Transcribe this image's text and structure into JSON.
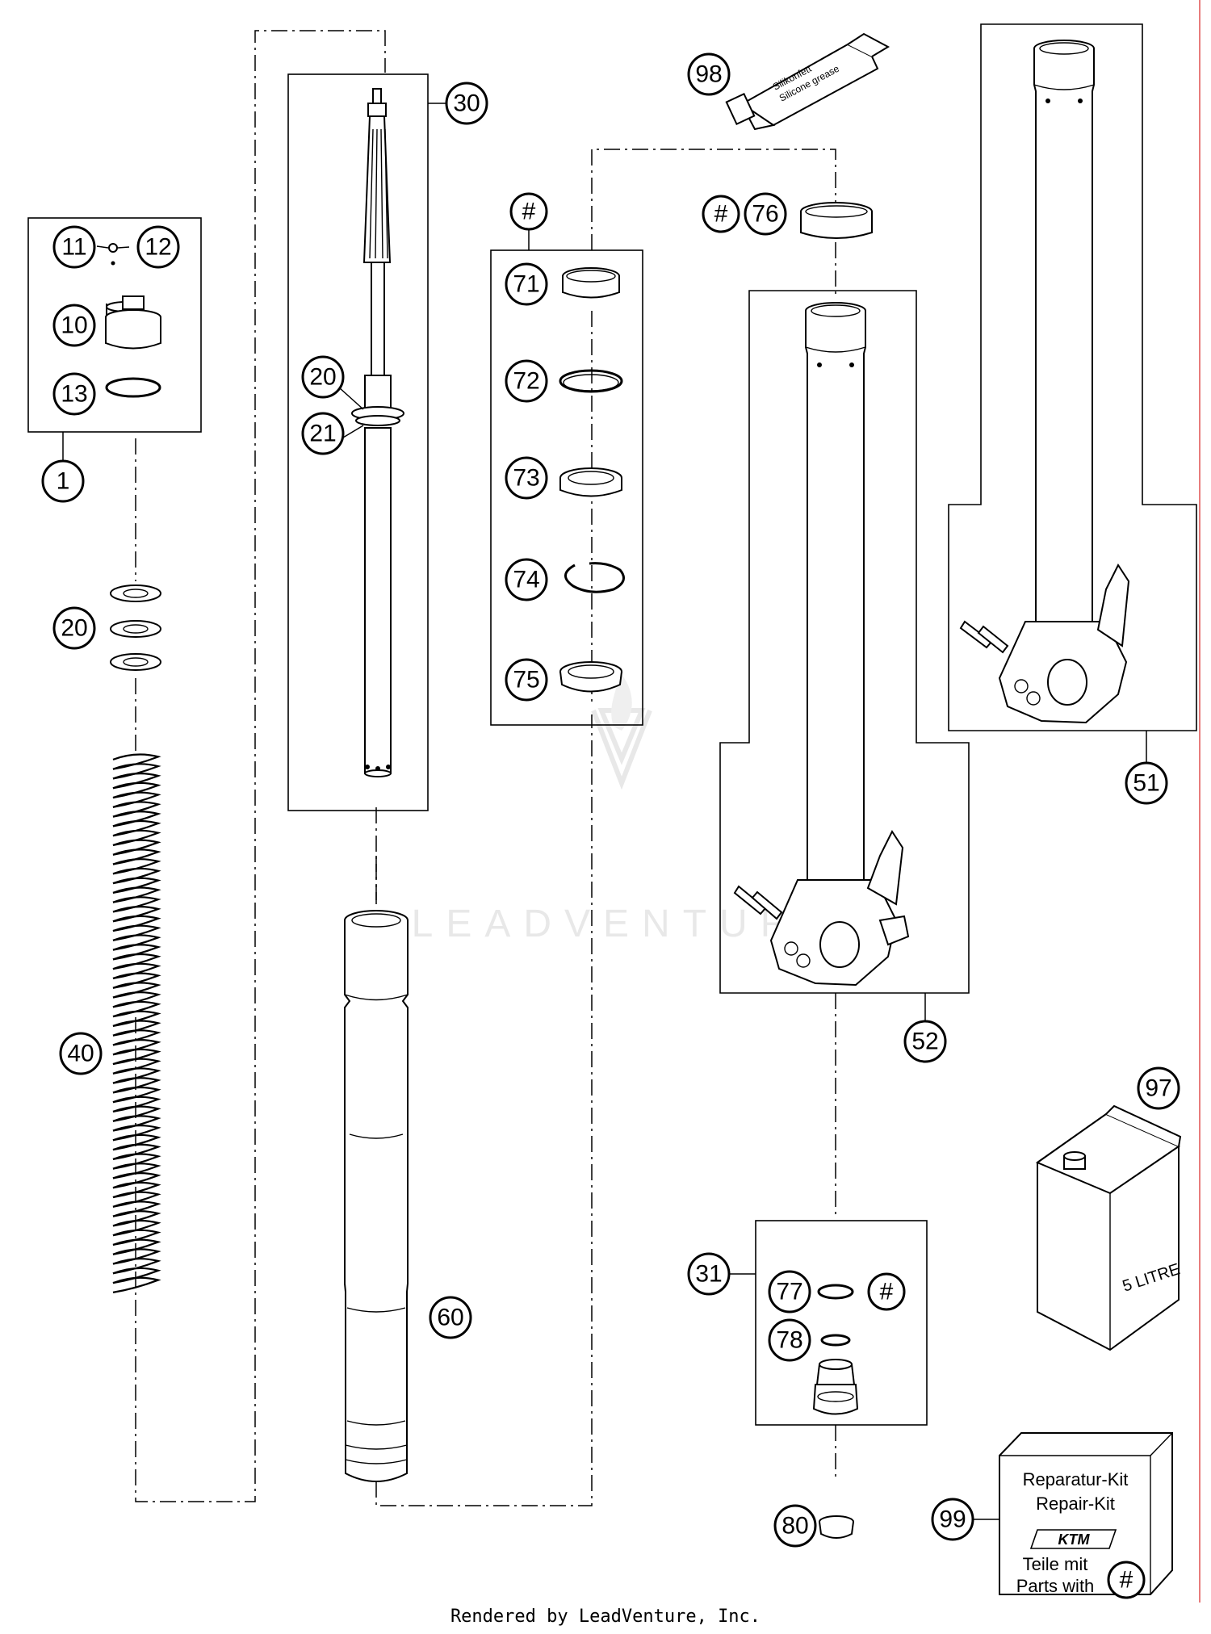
{
  "callouts": {
    "c1": "1",
    "c10": "10",
    "c11": "11",
    "c12": "12",
    "c13": "13",
    "c20a": "20",
    "c20b": "20",
    "c21": "21",
    "c30": "30",
    "c31": "31",
    "c40": "40",
    "c51": "51",
    "c52": "52",
    "c60": "60",
    "c71": "71",
    "c72": "72",
    "c73": "73",
    "c74": "74",
    "c75": "75",
    "c76": "76",
    "c76hash": "#",
    "c77": "77",
    "c77hash": "#",
    "c78": "78",
    "c80": "80",
    "c97": "97",
    "c98": "98",
    "c99": "99",
    "kit_hash": "#"
  },
  "tube_label": {
    "line1": "Silikonfett",
    "line2": "Silicone grease"
  },
  "can_label": "5 LITRE",
  "repair_kit": {
    "line1": "Reparatur-Kit",
    "line2": "Repair-Kit",
    "brand": "KTM",
    "line3": "Teile mit",
    "line4": "Parts with",
    "hash": "#"
  },
  "watermark": "LEADVENTURE",
  "footer": "Rendered by LeadVenture, Inc."
}
